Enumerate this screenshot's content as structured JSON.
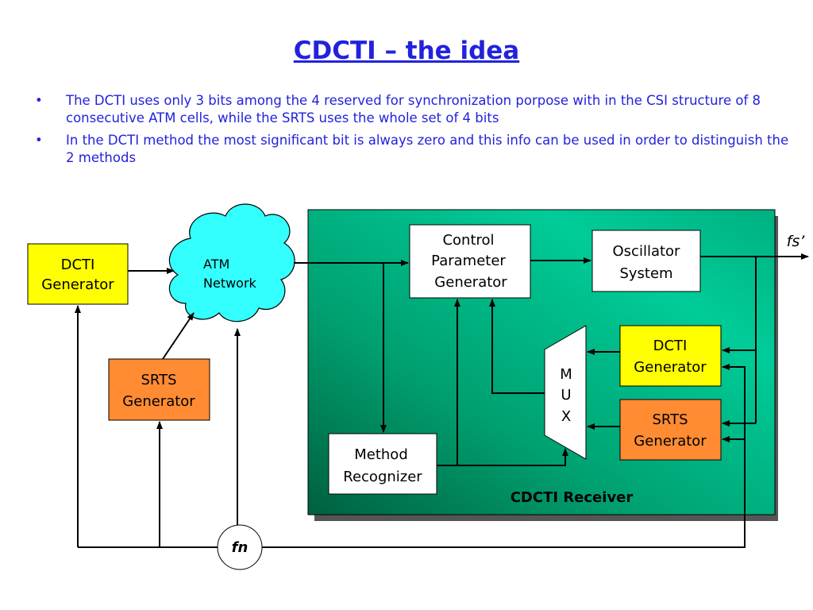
{
  "slide": {
    "title": "CDCTI – the idea",
    "bullets": [
      "The DCTI uses only 3 bits among the 4 reserved for synchronization porpose with in the CSI structure of 8 consecutive ATM cells, while the SRTS uses the whole set of 4 bits",
      "In the DCTI method the most significant bit is always zero and this info can be used in order to distinguish the 2 methods"
    ],
    "bullet_marker": "•"
  },
  "diagram": {
    "dcti_generator_left": [
      "DCTI",
      "Generator"
    ],
    "srts_generator_left": [
      "SRTS",
      "Generator"
    ],
    "atm_network": [
      "ATM",
      "Network"
    ],
    "control_parameter_generator": [
      "Control",
      "Parameter",
      "Generator"
    ],
    "oscillator_system": [
      "Oscillator",
      "System"
    ],
    "dcti_generator_right": [
      "DCTI",
      "Generator"
    ],
    "srts_generator_right": [
      "SRTS",
      "Generator"
    ],
    "mux": [
      "M",
      "U",
      "X"
    ],
    "method_recognizer": [
      "Method",
      "Recognizer"
    ],
    "receiver_label": "CDCTI Receiver",
    "output_label": "fs’",
    "clock_label": "fn",
    "colors": {
      "receiver_fill": "#00b080",
      "receiver_highlight": "#00d4a0",
      "dcti_fill": "#ffff00",
      "srts_fill": "#ff8c33",
      "cloud_fill": "#33ffff",
      "text_blue": "#2222dd"
    }
  }
}
